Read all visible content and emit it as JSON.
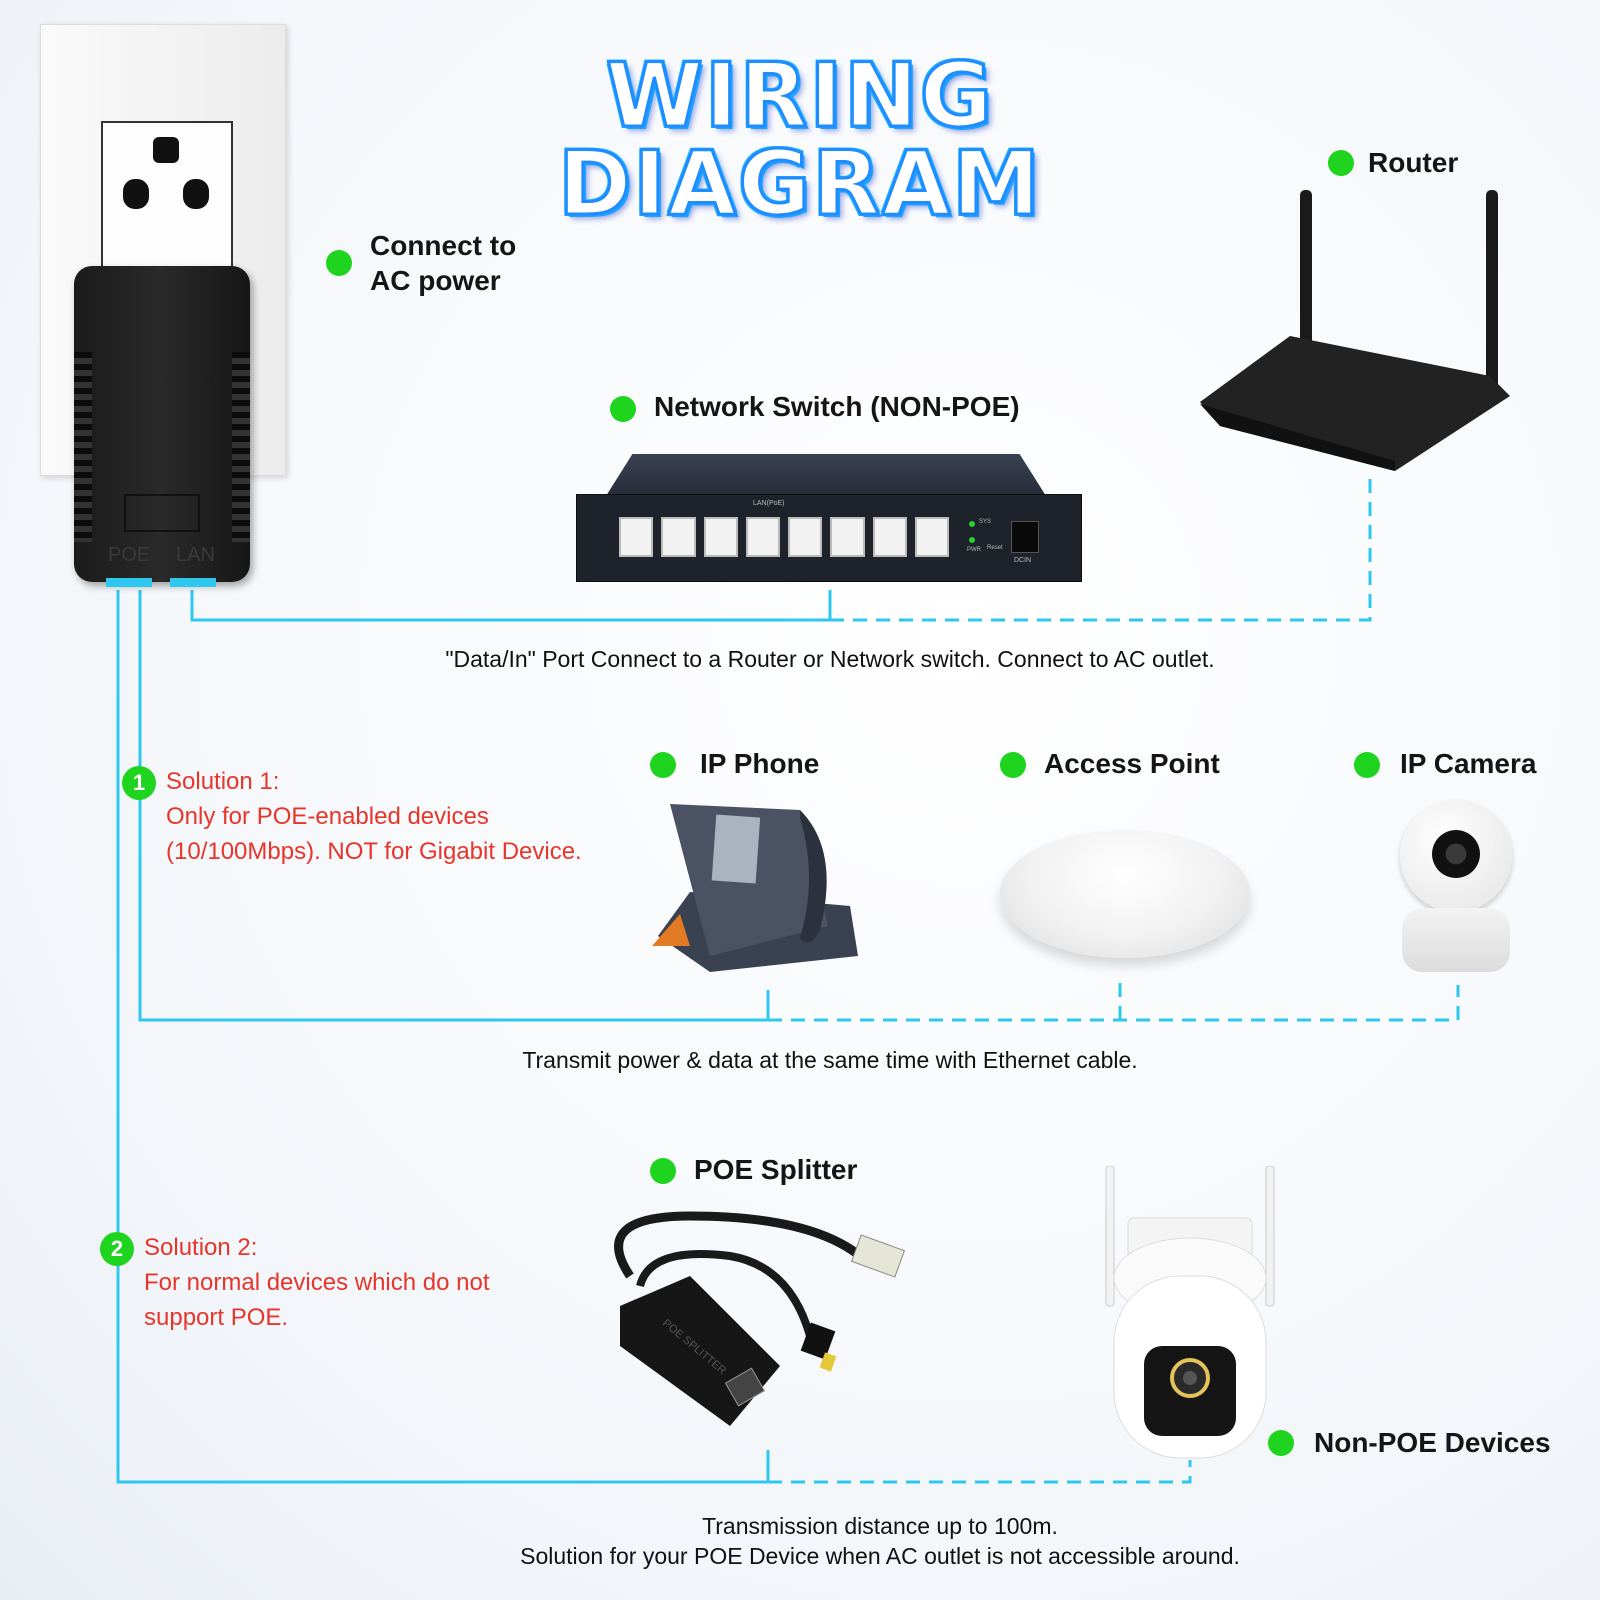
{
  "title": "WIRING DIAGRAM",
  "labels": {
    "ac_power_line1": "Connect to",
    "ac_power_line2": "AC power",
    "router": "Router",
    "switch": "Network Switch (NON-POE)",
    "ip_phone": "IP Phone",
    "access_point": "Access Point",
    "ip_camera": "IP Camera",
    "poe_splitter": "POE Splitter",
    "non_poe_devices": "Non-POE Devices"
  },
  "injector": {
    "port_poe": "POE",
    "port_lan": "LAN"
  },
  "switch_panel": {
    "lan_label": "LAN(PoE)",
    "dc_label": "DCIN",
    "sys": "SYS",
    "pwr": "PWR",
    "reset": "Reset"
  },
  "splitter_text": "POE SPLITTER",
  "solution1": {
    "number": "1",
    "line1": "Solution 1:",
    "line2": "Only for POE-enabled devices",
    "line3": "(10/100Mbps). NOT for Gigabit Device."
  },
  "solution2": {
    "number": "2",
    "line1": "Solution 2:",
    "line2": "For normal devices which do not",
    "line3": "support POE."
  },
  "captions": {
    "data_in": "\"Data/In\" Port Connect to a Router or Network switch. Connect to AC outlet.",
    "transmit": "Transmit power & data at the same time with Ethernet cable.",
    "distance_line1": "Transmission distance up to 100m.",
    "distance_line2": "Solution for your POE Device when AC outlet is not accessible around."
  },
  "colors": {
    "wire": "#2ec8ef",
    "dot": "#1ed41e",
    "solution_text": "#e8352a",
    "title_stroke": "#1f8cff"
  }
}
